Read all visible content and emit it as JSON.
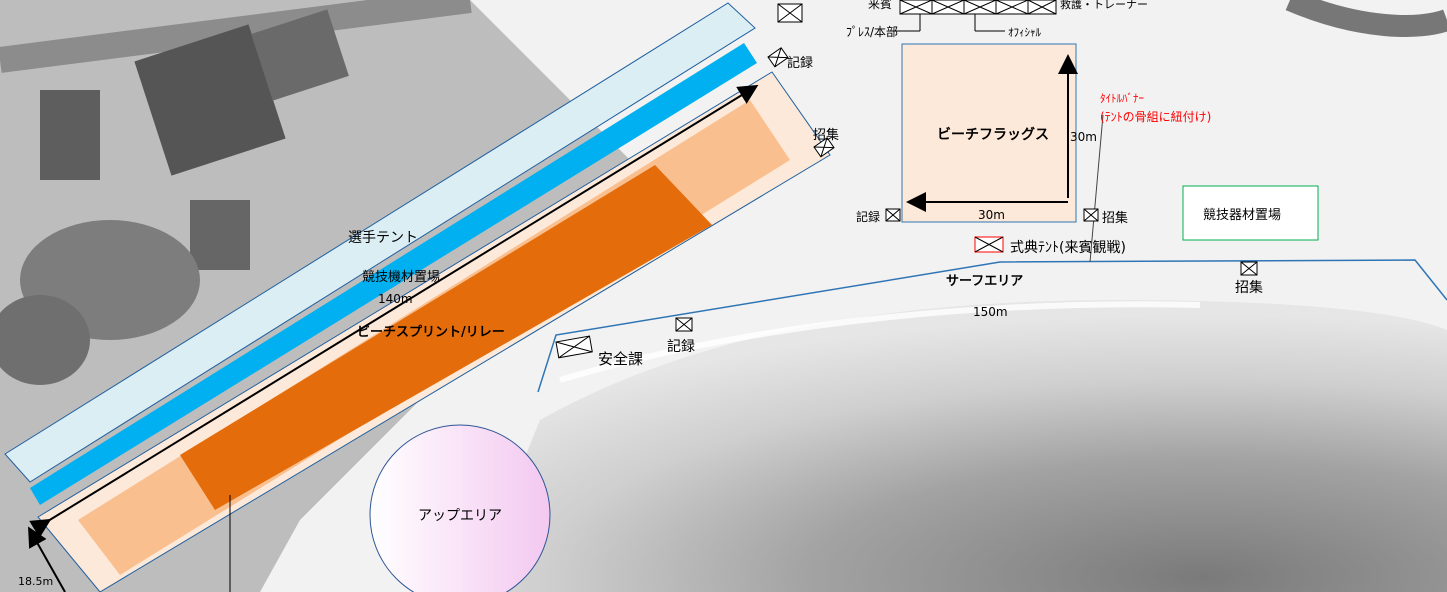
{
  "zones": {
    "athlete_tent": "選手テント",
    "equipment_area_left": "競技機材置場",
    "sprint_length": "140m",
    "beach_sprint": "ビーチスプリント/リレー",
    "sprint_width": "18.5m",
    "up_area": "アップエリア",
    "beach_flags": "ビーチフラッグス",
    "flags_width": "30m",
    "flags_height": "30m",
    "surf_area": "サーフエリア",
    "surf_length": "150m",
    "equipment_area_right": "競技器材置場"
  },
  "tents": {
    "guests": "来賓",
    "first_aid": "救護・トレーナー",
    "press": "ﾌﾟﾚｽ/本部",
    "official": "ｵﾌｨｼｬﾙ",
    "ceremony": "式典ﾃﾝﾄ(来賓観戦)"
  },
  "stations": {
    "record": "記録",
    "call": "招集",
    "safety": "安全課"
  },
  "banner": {
    "line1": "ﾀｲﾄﾙﾊﾞﾅｰ",
    "line2": "(ﾃﾝﾄの骨組に紐付け)"
  },
  "colors": {
    "sprint_dark": "#e46c0a",
    "sprint_light": "#fabf8f",
    "sprint_bg": "#fde9d9",
    "blue_strip": "#00b0f0",
    "tent_area": "#dbeef4",
    "up_area_fill": "#f4d2f4",
    "banner_red": "#ff0000",
    "green_border": "#00b050"
  }
}
